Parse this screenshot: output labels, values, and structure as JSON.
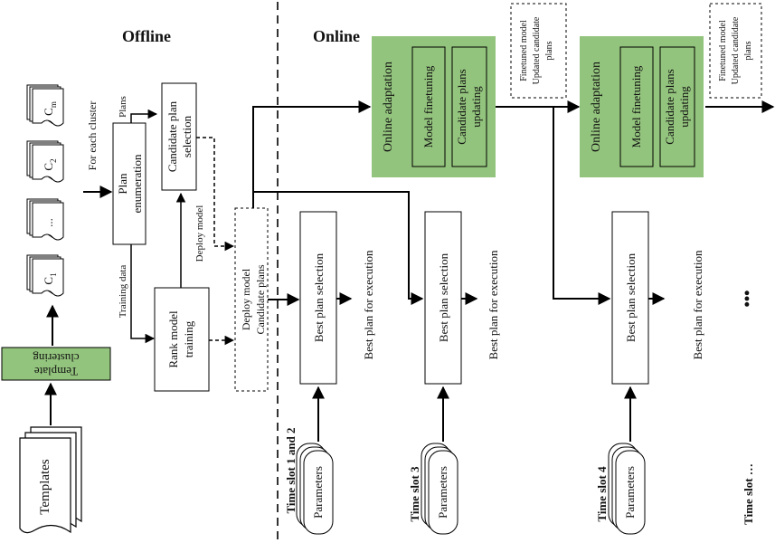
{
  "sections": {
    "offline": "Offline",
    "online": "Online"
  },
  "templates": "Templates",
  "template_clustering": [
    "Template",
    "clustering"
  ],
  "clusters": [
    "C",
    "C",
    "...",
    "C"
  ],
  "cluster_subs": [
    "m",
    "2",
    "",
    "1"
  ],
  "for_each_cluster": "For each cluster",
  "plan_enumeration": [
    "Plan",
    "enumeration"
  ],
  "plans_label": "Plans",
  "training_data_label": "Training data",
  "candidate_plan_selection": [
    "Candidate plan",
    "selection"
  ],
  "deploy_model_label": "Deploy model",
  "rank_model_training": [
    "Rank model",
    "training"
  ],
  "deploy_box": [
    "Deploy model",
    "Candidate plans"
  ],
  "online_adaptation": "Online adaptation",
  "model_finetuning": "Model finetuning",
  "candidate_plans_updating": [
    "Candidate plans",
    "updating"
  ],
  "finetuned_note": [
    "Finetuned model",
    "Updated candidate",
    "plans"
  ],
  "best_plan_selection": "Best plan selection",
  "best_plan_execution": "Best plan for execution",
  "parameters": "Parameters",
  "time_slots": [
    "Time slot 1 and 2",
    "Time slot 3",
    "Time slot 4",
    "Time slot …"
  ],
  "dots": "•••",
  "colors": {
    "green": "#93c47d",
    "line": "#000000"
  }
}
